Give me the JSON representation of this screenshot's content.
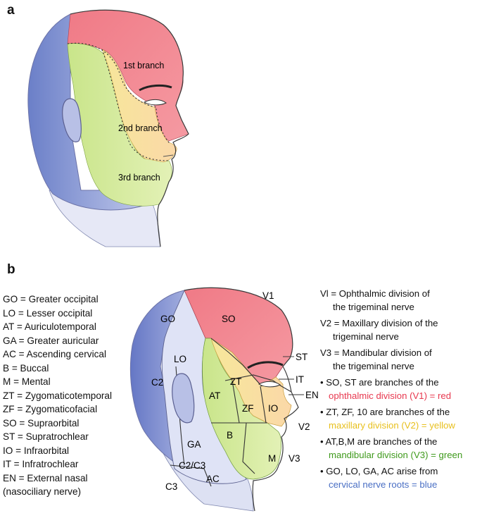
{
  "panel_a": {
    "letter": "a",
    "branch_labels": [
      "1st branch",
      "2nd branch",
      "3rd branch"
    ]
  },
  "panel_b": {
    "letter": "b",
    "region_labels": {
      "v1": "V1",
      "so": "SO",
      "st": "ST",
      "it": "IT",
      "en": "EN",
      "go": "GO",
      "lo": "LO",
      "zt": "ZT",
      "at": "AT",
      "zf": "ZF",
      "io": "IO",
      "c2": "C2",
      "b": "B",
      "v2": "V2",
      "ga": "GA",
      "m": "M",
      "v3": "V3",
      "c2c3": "C2/C3",
      "ac": "AC",
      "c3": "C3"
    },
    "abbreviations": [
      "GO = Greater occipital",
      "LO = Lesser occipital",
      "AT = Auriculotemporal",
      "GA = Greater auricular",
      "AC = Ascending cervical",
      "B = Buccal",
      "M = Mental",
      "ZT = Zygomaticotemporal",
      "ZF = Zygomaticofacial",
      "SO = Supraorbital",
      "ST = Supratrochlear",
      "IO = Infraorbital",
      "IT = Infratrochlear",
      "EN = External nasal",
      "(nasociliary nerve)"
    ],
    "divisions": [
      {
        "line1": "Vl = Ophthalmic division of",
        "line2": "the trigeminal nerve"
      },
      {
        "line1": "V2 = Maxillary division of the",
        "line2": "trigeminal nerve"
      },
      {
        "line1": "V3 = Mandibular division of",
        "line2": "the trigeminal nerve"
      }
    ],
    "bullets": [
      {
        "text": "• SO, ST are branches of the",
        "colored": "ophthalmic division (V1) = red"
      },
      {
        "text": "• ZT, ZF, 10 are branches of the",
        "colored": "maxillary division (V2) = yellow"
      },
      {
        "text": "• AT,B,M are branches of the",
        "colored": "mandibular division (V3) = green"
      },
      {
        "text": "• GO, LO, GA, AC arise from",
        "colored": "cervical nerve roots = blue"
      }
    ],
    "colors": {
      "red": "#e8384f",
      "yellow": "#e8c01e",
      "green": "#3f9a1c",
      "blue": "#4a6fc4"
    }
  }
}
